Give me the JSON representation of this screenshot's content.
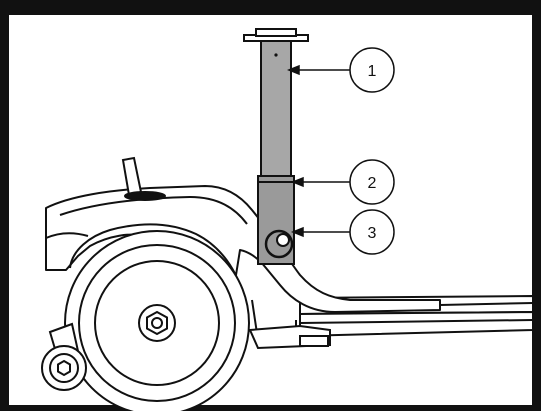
{
  "figure": {
    "colors": {
      "frame": "#111111",
      "post_fill": "#a7a7a7",
      "sleeve_fill": "#9a9a9a",
      "outline": "#111111",
      "background": "#ffffff"
    },
    "callouts": [
      {
        "number": "1",
        "target": "seat-post"
      },
      {
        "number": "2",
        "target": "post-sleeve"
      },
      {
        "number": "3",
        "target": "locking-pin"
      }
    ]
  }
}
